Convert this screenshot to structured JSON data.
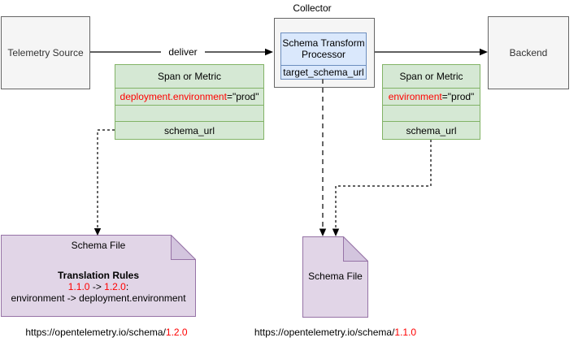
{
  "diagram": {
    "collector_label": "Collector",
    "deliver_label": "deliver",
    "nodes": {
      "telemetry_source": "Telemetry Source",
      "backend": "Backend"
    },
    "processor": {
      "title": "Schema Transform Processor",
      "field": "target_schema_url"
    },
    "tables": [
      {
        "header": "Span or Metric",
        "attribute": "deployment.environment",
        "value": "=\"prod\"",
        "field": "schema_url"
      },
      {
        "header": "Span or Metric",
        "attribute": "environment",
        "value": "=\"prod\"",
        "field": "schema_url"
      }
    ],
    "notes": {
      "left": {
        "title": "Schema File",
        "rules_heading": "Translation Rules",
        "from_version": "1.1.0",
        "arrow": " -> ",
        "to_version": "1.2.0",
        "suffix": ":",
        "rule": "environment -> deployment.environment"
      },
      "middle": {
        "title": "Schema File"
      }
    },
    "urls": {
      "left": {
        "prefix": "https://opentelemetry.io/schema/",
        "version": "1.2.0"
      },
      "middle": {
        "prefix": "https://opentelemetry.io/schema/",
        "version": "1.1.0"
      }
    },
    "colors": {
      "red_text": "#ff0000",
      "green_fill": "#d5e8d4",
      "green_stroke": "#82b366",
      "blue_fill": "#dae8fc",
      "blue_stroke": "#6c8ebf",
      "purple_fill": "#e1d5e7",
      "purple_fold_fill": "#d3c5de",
      "purple_stroke": "#9673a6",
      "gray_fill": "#f5f5f5",
      "gray_stroke": "#666666"
    }
  }
}
